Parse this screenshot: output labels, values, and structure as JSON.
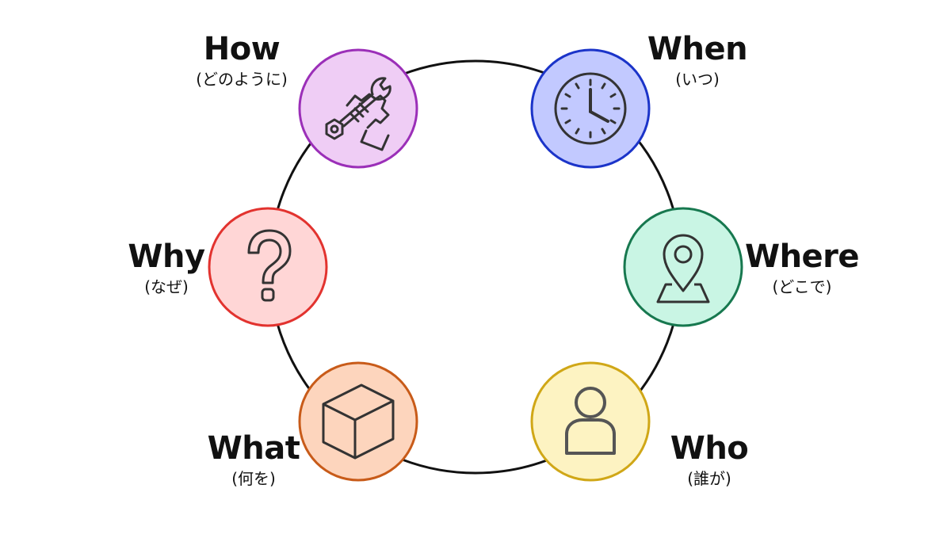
{
  "diagram": {
    "type": "cycle",
    "ring_color": "#111111",
    "icon_stroke": "#333333",
    "nodes": [
      {
        "id": "how",
        "label": "How",
        "sublabel": "(どのように)",
        "icon": "wrench-hand-icon",
        "fill": "#efcdf5",
        "stroke": "#9b2fb8"
      },
      {
        "id": "when",
        "label": "When",
        "sublabel": "(いつ)",
        "icon": "clock-icon",
        "fill": "#c2c9ff",
        "stroke": "#1b34c9"
      },
      {
        "id": "where",
        "label": "Where",
        "sublabel": "(どこで)",
        "icon": "map-pin-icon",
        "fill": "#c9f5e4",
        "stroke": "#17784f"
      },
      {
        "id": "who",
        "label": "Who",
        "sublabel": "(誰が)",
        "icon": "person-icon",
        "fill": "#fdf3c2",
        "stroke": "#d0a717"
      },
      {
        "id": "what",
        "label": "What",
        "sublabel": "(何を)",
        "icon": "box-icon",
        "fill": "#fdd5bd",
        "stroke": "#c85b19"
      },
      {
        "id": "why",
        "label": "Why",
        "sublabel": "(なぜ)",
        "icon": "question-mark-icon",
        "fill": "#ffd6d6",
        "stroke": "#e2332f"
      }
    ]
  }
}
